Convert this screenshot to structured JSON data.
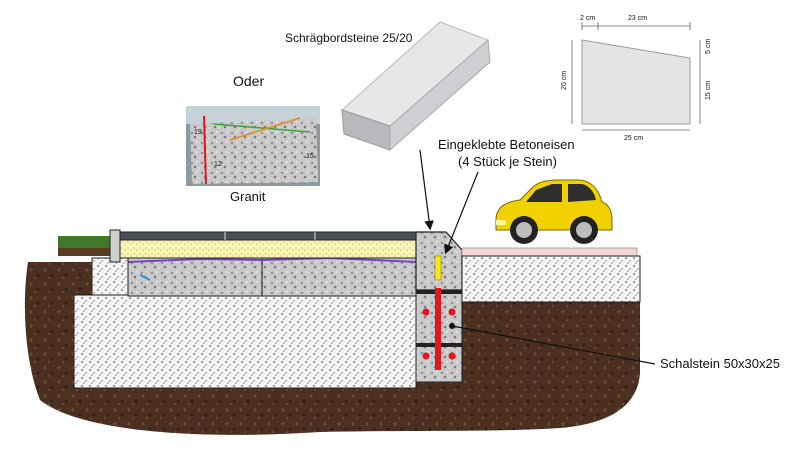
{
  "labels": {
    "curb_title": "Schrägbordsteine 25/20",
    "oder": "Oder",
    "granit": "Granit",
    "rebar_line1": "Eingeklebte Betoneisen",
    "rebar_line2": "(4 Stück je Stein)",
    "shuttering_block": "Schalstein  50x30x25"
  },
  "dimensions": {
    "top_left": "2 cm",
    "top_right": "23 cm",
    "left": "20 cm",
    "right_top": "5 cm",
    "right_bottom": "15 cm",
    "bottom": "25 cm"
  },
  "photo_digits": {
    "d1": "19",
    "d2": "12",
    "d3": "15"
  },
  "colors": {
    "soil": "#4a2e1f",
    "gravel": "#f2f2f2",
    "granite": "#b8b8b8",
    "rebar_red": "#e4151b",
    "rebar_yellow": "#f5e51a",
    "paving_pink": "#f3d6d3",
    "grass": "#3f7a2a",
    "car_yellow": "#f1d200"
  }
}
